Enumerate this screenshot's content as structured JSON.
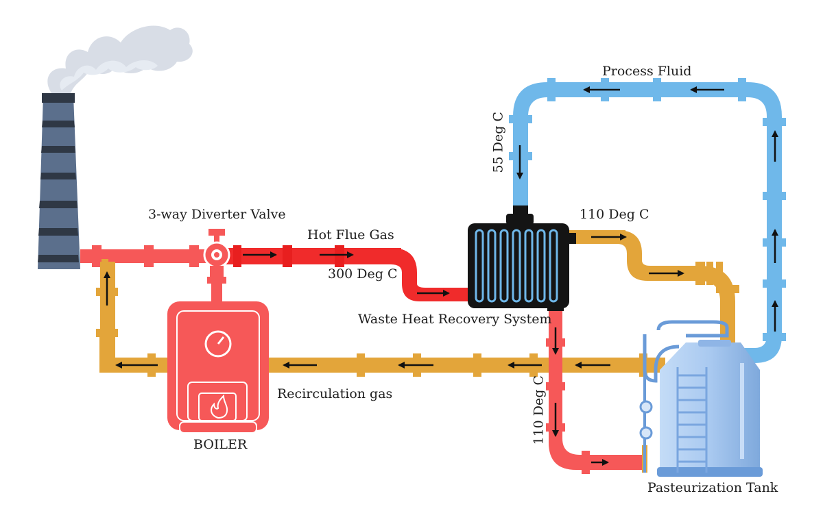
{
  "labels": {
    "process_fluid": "Process Fluid",
    "temp_55": "55 Deg C",
    "temp_110_top": "110 Deg C",
    "valve": "3-way Diverter Valve",
    "hot_flue_gas": "Hot Flue Gas",
    "temp_300": "300 Deg C",
    "whrs": "Waste Heat Recovery System",
    "recirculation": "Recirculation gas",
    "temp_110_bottom": "110 Deg C",
    "boiler": "BOILER",
    "tank": "Pasteurization Tank"
  },
  "colors": {
    "flue_red": "#f02b2b",
    "boiler_red": "#f65858",
    "gas_orange": "#e3a53a",
    "fluid_blue": "#6fb8ea",
    "chimney": "#5b6f8c",
    "tank_blue": "#a8c8f0",
    "hx_black": "#141414"
  },
  "icons": [
    "chimney-icon",
    "smoke-icon",
    "valve-icon",
    "gauge-icon",
    "flame-icon",
    "heat-exchanger-icon",
    "tank-icon",
    "ladder-icon",
    "flow-arrow-icon"
  ]
}
